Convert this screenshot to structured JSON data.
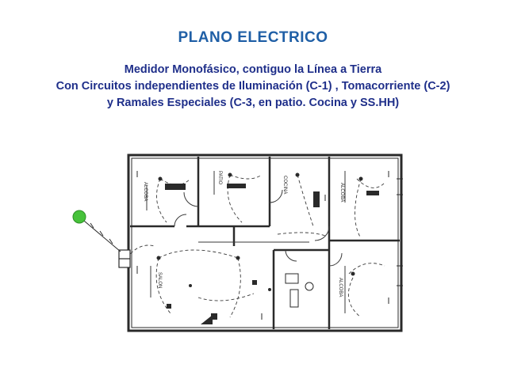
{
  "title": "PLANO ELECTRICO",
  "subtitle_lines": [
    "Medidor Monofásico, contiguo la Línea a Tierra",
    "Con Circuitos independientes  de Iluminación (C-1) , Tomacorriente (C-2)",
    "y Ramales Especiales (C-3, en patio. Cocina y SS.HH)"
  ],
  "plan": {
    "rooms": [
      "ALCOBA",
      "PATIO",
      "COCINA",
      "ALCOBA",
      "SALON",
      "ALCOBA"
    ],
    "colors": {
      "wall": "#2a2a2a",
      "dash": "#3a3a3a",
      "meter_marker": "#46c23a"
    }
  }
}
